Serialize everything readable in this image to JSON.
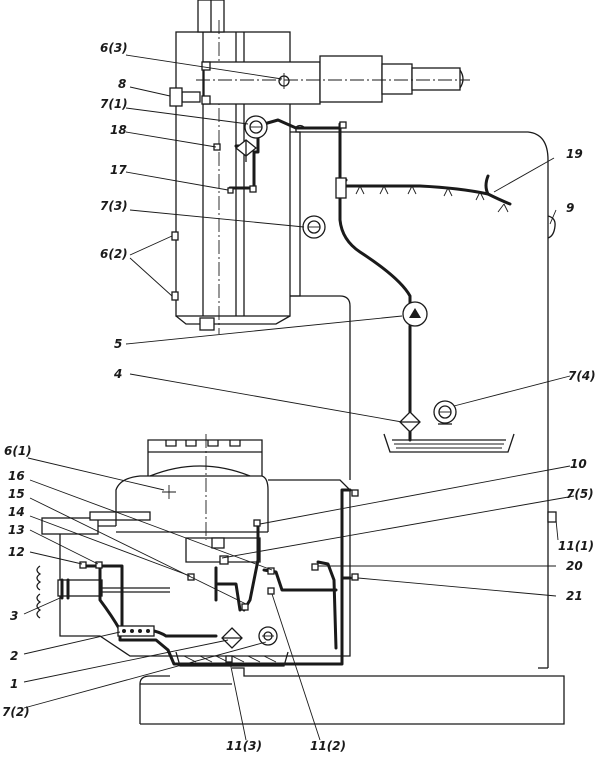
{
  "labels": {
    "l6_3": "6(3)",
    "l8": "8",
    "l7_1": "7(1)",
    "l18": "18",
    "l17": "17",
    "l7_3": "7(3)",
    "l6_2": "6(2)",
    "l5": "5",
    "l4": "4",
    "l7_4": "7(4)",
    "l19": "19",
    "l9": "9",
    "l6_1": "6(1)",
    "l16": "16",
    "l15": "15",
    "l14": "14",
    "l13": "13",
    "l12": "12",
    "l3": "3",
    "l2": "2",
    "l1": "1",
    "l7_2": "7(2)",
    "l11_3": "11(3)",
    "l11_2": "11(2)",
    "l10": "10",
    "l7_5": "7(5)",
    "l11_1": "11(1)",
    "l20": "20",
    "l21": "21"
  }
}
